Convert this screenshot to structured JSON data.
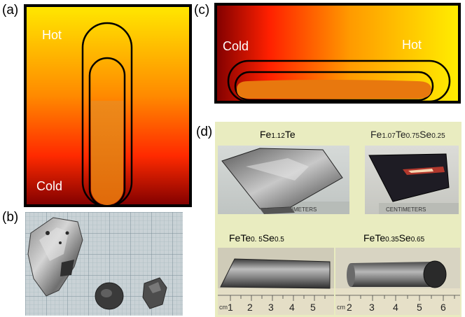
{
  "panels": {
    "a": {
      "label": "(a)",
      "hot_label": "Hot",
      "cold_label": "Cold"
    },
    "b": {
      "label": "(b)"
    },
    "c": {
      "label": "(c)",
      "cold_label": "Cold",
      "hot_label": "Hot"
    },
    "d": {
      "label": "(d)",
      "samples": [
        {
          "formula": [
            {
              "t": "Fe"
            },
            {
              "s": "1.12"
            },
            {
              "t": "Te"
            }
          ]
        },
        {
          "formula": [
            {
              "t": "Fe"
            },
            {
              "s": "1.07"
            },
            {
              "t": "Te"
            },
            {
              "s": "0.75"
            },
            {
              "t": "Se"
            },
            {
              "s": "0.25"
            }
          ]
        },
        {
          "formula": [
            {
              "t": "FeTe"
            },
            {
              "s": "0. 5"
            },
            {
              "t": "Se"
            },
            {
              "s": "0.5"
            }
          ]
        },
        {
          "formula": [
            {
              "t": "FeTe"
            },
            {
              "s": "0.35"
            },
            {
              "t": "Se"
            },
            {
              "s": "0.65"
            }
          ]
        }
      ],
      "ruler_left": {
        "unit": "cm",
        "ticks": [
          "1",
          "2",
          "3",
          "4",
          "5"
        ]
      },
      "ruler_right": {
        "unit": "cm",
        "ticks": [
          "2",
          "3",
          "4",
          "5",
          "6"
        ]
      },
      "ruler_top_text": "CENTIMETERS"
    }
  },
  "colors": {
    "cold": "#7a0000",
    "mid": "#ff3300",
    "hot": "#ffee00",
    "melt": "#e8700a",
    "photo_bg": "#e9ecc0"
  }
}
